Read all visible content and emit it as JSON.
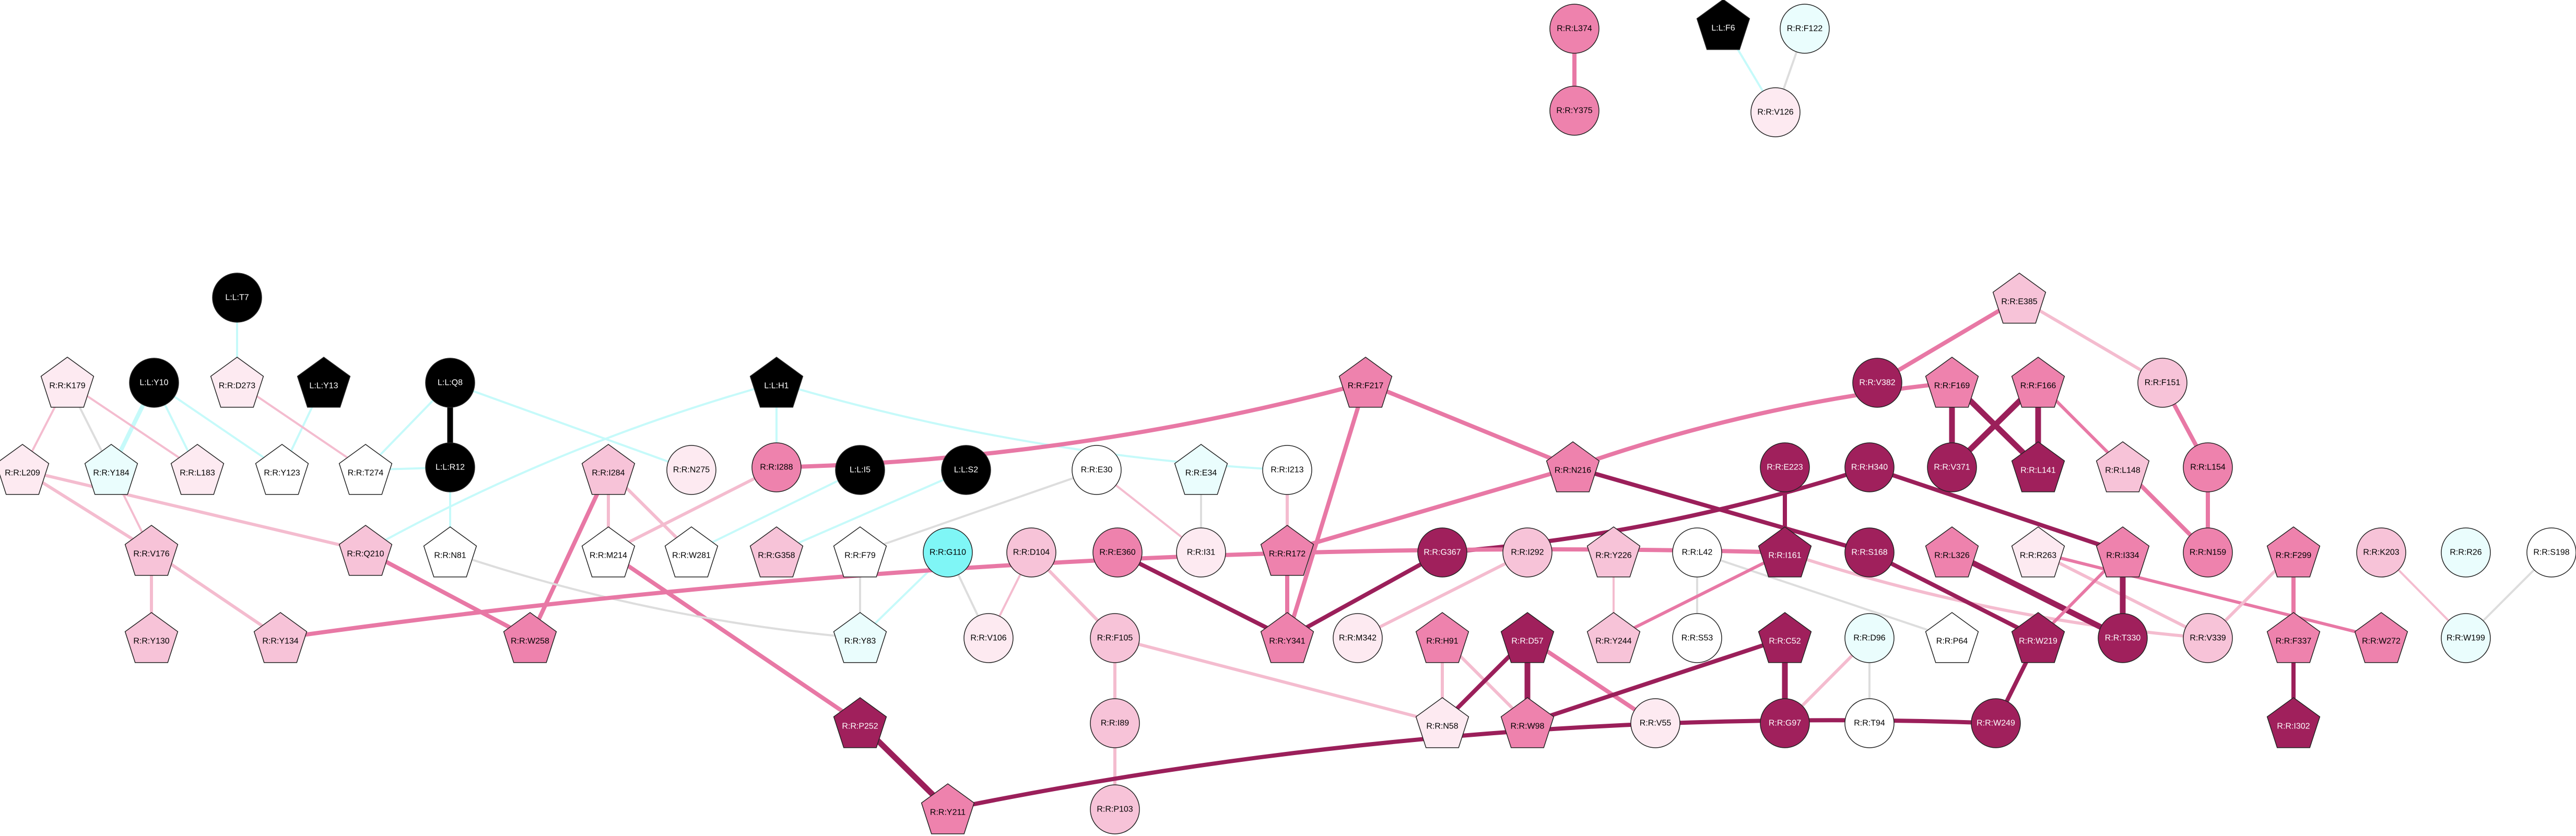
{
  "palette": {
    "black": "#000000",
    "cyan": "#7ff6f6",
    "light_cyan": "#eafdfd",
    "white": "#ffffff",
    "pale_pink": "#fdeaf1",
    "light_pink": "#f7c3d8",
    "pink": "#ee82ad",
    "dark_magenta": "#a0205c",
    "edge_cyan": "#c6fafa",
    "edge_gray": "#dddddd",
    "edge_light_pink": "#f4bccf",
    "edge_pink": "#e878a5",
    "edge_dark": "#9b1f5a"
  },
  "nodes": [
    {
      "id": "R:R:L374",
      "shape": "circle",
      "fill": "pink"
    },
    {
      "id": "R:R:Y375",
      "shape": "circle",
      "fill": "pink"
    },
    {
      "id": "L:L:F6",
      "shape": "pentagon",
      "fill": "black"
    },
    {
      "id": "R:R:F122",
      "shape": "circle",
      "fill": "light_cyan"
    },
    {
      "id": "R:R:V126",
      "shape": "circle",
      "fill": "pale_pink"
    },
    {
      "id": "L:L:T7",
      "shape": "circle",
      "fill": "black"
    },
    {
      "id": "R:R:K179",
      "shape": "pentagon",
      "fill": "pale_pink"
    },
    {
      "id": "L:L:Y10",
      "shape": "circle",
      "fill": "black"
    },
    {
      "id": "R:R:D273",
      "shape": "pentagon",
      "fill": "pale_pink"
    },
    {
      "id": "L:L:Y13",
      "shape": "pentagon",
      "fill": "black"
    },
    {
      "id": "L:L:Q8",
      "shape": "circle",
      "fill": "black"
    },
    {
      "id": "L:L:H1",
      "shape": "pentagon",
      "fill": "black"
    },
    {
      "id": "R:R:F217",
      "shape": "pentagon",
      "fill": "pink"
    },
    {
      "id": "R:R:E385",
      "shape": "pentagon",
      "fill": "light_pink"
    },
    {
      "id": "R:R:V382",
      "shape": "circle",
      "fill": "dark_magenta"
    },
    {
      "id": "R:R:F169",
      "shape": "pentagon",
      "fill": "pink"
    },
    {
      "id": "R:R:F166",
      "shape": "pentagon",
      "fill": "pink"
    },
    {
      "id": "R:R:F151",
      "shape": "circle",
      "fill": "light_pink"
    },
    {
      "id": "R:R:L209",
      "shape": "pentagon",
      "fill": "pale_pink"
    },
    {
      "id": "R:R:Y184",
      "shape": "pentagon",
      "fill": "light_cyan"
    },
    {
      "id": "R:R:L183",
      "shape": "pentagon",
      "fill": "pale_pink"
    },
    {
      "id": "R:R:Y123",
      "shape": "pentagon",
      "fill": "white"
    },
    {
      "id": "R:R:T274",
      "shape": "pentagon",
      "fill": "white"
    },
    {
      "id": "L:L:R12",
      "shape": "circle",
      "fill": "black"
    },
    {
      "id": "R:R:I284",
      "shape": "pentagon",
      "fill": "light_pink"
    },
    {
      "id": "R:R:N275",
      "shape": "circle",
      "fill": "pale_pink"
    },
    {
      "id": "R:R:I288",
      "shape": "circle",
      "fill": "pink"
    },
    {
      "id": "L:L:I5",
      "shape": "circle",
      "fill": "black"
    },
    {
      "id": "L:L:S2",
      "shape": "circle",
      "fill": "black"
    },
    {
      "id": "R:R:E30",
      "shape": "circle",
      "fill": "white"
    },
    {
      "id": "R:R:E34",
      "shape": "pentagon",
      "fill": "light_cyan"
    },
    {
      "id": "R:R:I213",
      "shape": "circle",
      "fill": "white"
    },
    {
      "id": "R:R:N216",
      "shape": "pentagon",
      "fill": "pink"
    },
    {
      "id": "R:R:E223",
      "shape": "circle",
      "fill": "dark_magenta"
    },
    {
      "id": "R:R:H340",
      "shape": "circle",
      "fill": "dark_magenta"
    },
    {
      "id": "R:R:V371",
      "shape": "circle",
      "fill": "dark_magenta"
    },
    {
      "id": "R:R:L141",
      "shape": "pentagon",
      "fill": "dark_magenta"
    },
    {
      "id": "R:R:L148",
      "shape": "pentagon",
      "fill": "light_pink"
    },
    {
      "id": "R:R:L154",
      "shape": "circle",
      "fill": "pink"
    },
    {
      "id": "R:R:V176",
      "shape": "pentagon",
      "fill": "light_pink"
    },
    {
      "id": "R:R:Q210",
      "shape": "pentagon",
      "fill": "light_pink"
    },
    {
      "id": "R:R:N81",
      "shape": "pentagon",
      "fill": "white"
    },
    {
      "id": "R:R:M214",
      "shape": "pentagon",
      "fill": "white"
    },
    {
      "id": "R:R:W281",
      "shape": "pentagon",
      "fill": "white"
    },
    {
      "id": "R:R:G358",
      "shape": "pentagon",
      "fill": "light_pink"
    },
    {
      "id": "R:R:F79",
      "shape": "pentagon",
      "fill": "white"
    },
    {
      "id": "R:R:G110",
      "shape": "circle",
      "fill": "cyan"
    },
    {
      "id": "R:R:D104",
      "shape": "circle",
      "fill": "light_pink"
    },
    {
      "id": "R:R:E360",
      "shape": "circle",
      "fill": "pink"
    },
    {
      "id": "R:R:I31",
      "shape": "circle",
      "fill": "pale_pink"
    },
    {
      "id": "R:R:R172",
      "shape": "pentagon",
      "fill": "pink"
    },
    {
      "id": "R:R:G367",
      "shape": "circle",
      "fill": "dark_magenta"
    },
    {
      "id": "R:R:I292",
      "shape": "circle",
      "fill": "light_pink"
    },
    {
      "id": "R:R:Y226",
      "shape": "pentagon",
      "fill": "light_pink"
    },
    {
      "id": "R:R:L42",
      "shape": "circle",
      "fill": "white"
    },
    {
      "id": "R:R:I161",
      "shape": "pentagon",
      "fill": "dark_magenta"
    },
    {
      "id": "R:R:S168",
      "shape": "circle",
      "fill": "dark_magenta"
    },
    {
      "id": "R:R:L326",
      "shape": "pentagon",
      "fill": "pink"
    },
    {
      "id": "R:R:R263",
      "shape": "pentagon",
      "fill": "pale_pink"
    },
    {
      "id": "R:R:I334",
      "shape": "pentagon",
      "fill": "pink"
    },
    {
      "id": "R:R:N159",
      "shape": "circle",
      "fill": "pink"
    },
    {
      "id": "R:R:F299",
      "shape": "pentagon",
      "fill": "pink"
    },
    {
      "id": "R:R:K203",
      "shape": "circle",
      "fill": "light_pink"
    },
    {
      "id": "R:R:R26",
      "shape": "circle",
      "fill": "light_cyan"
    },
    {
      "id": "R:R:S198",
      "shape": "circle",
      "fill": "white"
    },
    {
      "id": "R:R:Y130",
      "shape": "pentagon",
      "fill": "light_pink"
    },
    {
      "id": "R:R:Y134",
      "shape": "pentagon",
      "fill": "light_pink"
    },
    {
      "id": "R:R:W258",
      "shape": "pentagon",
      "fill": "pink"
    },
    {
      "id": "R:R:Y83",
      "shape": "pentagon",
      "fill": "light_cyan"
    },
    {
      "id": "R:R:V106",
      "shape": "circle",
      "fill": "pale_pink"
    },
    {
      "id": "R:R:F105",
      "shape": "circle",
      "fill": "light_pink"
    },
    {
      "id": "R:R:Y341",
      "shape": "pentagon",
      "fill": "pink"
    },
    {
      "id": "R:R:M342",
      "shape": "circle",
      "fill": "pale_pink"
    },
    {
      "id": "R:R:H91",
      "shape": "pentagon",
      "fill": "pink"
    },
    {
      "id": "R:R:D57",
      "shape": "pentagon",
      "fill": "dark_magenta"
    },
    {
      "id": "R:R:Y244",
      "shape": "pentagon",
      "fill": "light_pink"
    },
    {
      "id": "R:R:S53",
      "shape": "circle",
      "fill": "white"
    },
    {
      "id": "R:R:C52",
      "shape": "pentagon",
      "fill": "dark_magenta"
    },
    {
      "id": "R:R:D96",
      "shape": "circle",
      "fill": "light_cyan"
    },
    {
      "id": "R:R:P64",
      "shape": "pentagon",
      "fill": "white"
    },
    {
      "id": "R:R:W219",
      "shape": "pentagon",
      "fill": "dark_magenta"
    },
    {
      "id": "R:R:T330",
      "shape": "circle",
      "fill": "dark_magenta"
    },
    {
      "id": "R:R:V339",
      "shape": "circle",
      "fill": "light_pink"
    },
    {
      "id": "R:R:F337",
      "shape": "pentagon",
      "fill": "pink"
    },
    {
      "id": "R:R:W272",
      "shape": "pentagon",
      "fill": "pink"
    },
    {
      "id": "R:R:W199",
      "shape": "circle",
      "fill": "light_cyan"
    },
    {
      "id": "R:R:I89",
      "shape": "circle",
      "fill": "light_pink"
    },
    {
      "id": "R:R:N58",
      "shape": "pentagon",
      "fill": "pale_pink"
    },
    {
      "id": "R:R:W98",
      "shape": "pentagon",
      "fill": "pink"
    },
    {
      "id": "R:R:V55",
      "shape": "circle",
      "fill": "pale_pink"
    },
    {
      "id": "R:R:G97",
      "shape": "circle",
      "fill": "dark_magenta"
    },
    {
      "id": "R:R:T94",
      "shape": "circle",
      "fill": "white"
    },
    {
      "id": "R:R:W249",
      "shape": "circle",
      "fill": "dark_magenta"
    },
    {
      "id": "R:R:I302",
      "shape": "pentagon",
      "fill": "dark_magenta"
    },
    {
      "id": "R:R:P252",
      "shape": "pentagon",
      "fill": "dark_magenta"
    },
    {
      "id": "R:R:P103",
      "shape": "circle",
      "fill": "light_pink"
    },
    {
      "id": "R:R:Y211",
      "shape": "pentagon",
      "fill": "pink"
    }
  ],
  "edges": [
    {
      "from": "R:R:L374",
      "to": "R:R:Y375",
      "color": "edge_pink",
      "weight": 3
    },
    {
      "from": "L:L:F6",
      "to": "R:R:V126",
      "color": "edge_cyan",
      "weight": 1
    },
    {
      "from": "R:R:F122",
      "to": "R:R:V126",
      "color": "edge_gray",
      "weight": 1
    },
    {
      "from": "L:L:T7",
      "to": "R:R:D273",
      "color": "edge_cyan",
      "weight": 1
    },
    {
      "from": "L:L:Y10",
      "to": "R:R:Y184",
      "color": "edge_cyan",
      "weight": 3
    },
    {
      "from": "L:L:Y10",
      "to": "R:R:Y123",
      "color": "edge_cyan",
      "weight": 1
    },
    {
      "from": "L:L:Y10",
      "to": "R:R:L183",
      "color": "edge_cyan",
      "weight": 1
    },
    {
      "from": "L:L:Y13",
      "to": "R:R:Y123",
      "color": "edge_cyan",
      "weight": 1
    },
    {
      "from": "L:L:Q8",
      "to": "L:L:R12",
      "color": "edge_black",
      "weight": 4
    },
    {
      "from": "L:L:Q8",
      "to": "R:R:T274",
      "color": "edge_cyan",
      "weight": 1
    },
    {
      "from": "L:L:Q8",
      "to": "R:R:N275",
      "color": "edge_cyan",
      "weight": 1
    },
    {
      "from": "L:L:R12",
      "to": "R:R:T274",
      "color": "edge_cyan",
      "weight": 1
    },
    {
      "from": "L:L:R12",
      "to": "R:R:N81",
      "color": "edge_cyan",
      "weight": 1
    },
    {
      "from": "L:L:H1",
      "to": "R:R:I288",
      "color": "edge_cyan",
      "weight": 1
    },
    {
      "from": "L:L:H1",
      "to": "R:R:I213",
      "color": "edge_cyan",
      "weight": 1
    },
    {
      "from": "L:L:H1",
      "to": "R:R:Q210",
      "color": "edge_cyan",
      "weight": 1
    },
    {
      "from": "L:L:I5",
      "to": "R:R:W281",
      "color": "edge_cyan",
      "weight": 1
    },
    {
      "from": "L:L:S2",
      "to": "R:R:G358",
      "color": "edge_cyan",
      "weight": 1
    },
    {
      "from": "R:R:K179",
      "to": "R:R:Y184",
      "color": "edge_gray",
      "weight": 1
    },
    {
      "from": "R:R:K179",
      "to": "R:R:L183",
      "color": "edge_light_pink",
      "weight": 1
    },
    {
      "from": "R:R:K179",
      "to": "R:R:L209",
      "color": "edge_light_pink",
      "weight": 1
    },
    {
      "from": "R:R:D273",
      "to": "R:R:T274",
      "color": "edge_light_pink",
      "weight": 1
    },
    {
      "from": "R:R:L209",
      "to": "R:R:V176",
      "color": "edge_light_pink",
      "weight": 2
    },
    {
      "from": "R:R:L209",
      "to": "R:R:Q210",
      "color": "edge_light_pink",
      "weight": 2
    },
    {
      "from": "R:R:V176",
      "to": "R:R:Y130",
      "color": "edge_light_pink",
      "weight": 2
    },
    {
      "from": "R:R:V176",
      "to": "R:R:Y134",
      "color": "edge_light_pink",
      "weight": 2
    },
    {
      "from": "R:R:Y184",
      "to": "R:R:V176",
      "color": "edge_light_pink",
      "weight": 1
    },
    {
      "from": "R:R:Q210",
      "to": "R:R:W258",
      "color": "edge_pink",
      "weight": 3
    },
    {
      "from": "R:R:I284",
      "to": "R:R:M214",
      "color": "edge_light_pink",
      "weight": 2
    },
    {
      "from": "R:R:I284",
      "to": "R:R:W281",
      "color": "edge_light_pink",
      "weight": 2
    },
    {
      "from": "R:R:I284",
      "to": "R:R:W258",
      "color": "edge_pink",
      "weight": 3
    },
    {
      "from": "R:R:I288",
      "to": "R:R:M214",
      "color": "edge_light_pink",
      "weight": 2
    },
    {
      "from": "R:R:I288",
      "to": "R:R:F217",
      "color": "edge_pink",
      "weight": 3
    },
    {
      "from": "R:R:M214",
      "to": "R:R:P252",
      "color": "edge_pink",
      "weight": 3
    },
    {
      "from": "R:R:N81",
      "to": "R:R:Y83",
      "color": "edge_gray",
      "weight": 1
    },
    {
      "from": "R:R:E30",
      "to": "R:R:F79",
      "color": "edge_gray",
      "weight": 1
    },
    {
      "from": "R:R:E30",
      "to": "R:R:I31",
      "color": "edge_light_pink",
      "weight": 1
    },
    {
      "from": "R:R:F79",
      "to": "R:R:Y83",
      "color": "edge_gray",
      "weight": 1
    },
    {
      "from": "R:R:E34",
      "to": "R:R:I31",
      "color": "edge_gray",
      "weight": 1
    },
    {
      "from": "R:R:G110",
      "to": "R:R:V106",
      "color": "edge_gray",
      "weight": 1
    },
    {
      "from": "R:R:G110",
      "to": "R:R:Y83",
      "color": "edge_cyan",
      "weight": 1
    },
    {
      "from": "R:R:D104",
      "to": "R:R:V106",
      "color": "edge_light_pink",
      "weight": 1
    },
    {
      "from": "R:R:D104",
      "to": "R:R:F105",
      "color": "edge_light_pink",
      "weight": 2
    },
    {
      "from": "R:R:F105",
      "to": "R:R:I89",
      "color": "edge_light_pink",
      "weight": 2
    },
    {
      "from": "R:R:F105",
      "to": "R:R:N58",
      "color": "edge_light_pink",
      "weight": 2
    },
    {
      "from": "R:R:I89",
      "to": "R:R:P103",
      "color": "edge_light_pink",
      "weight": 2
    },
    {
      "from": "R:R:E360",
      "to": "R:R:Y341",
      "color": "edge_dark",
      "weight": 3
    },
    {
      "from": "R:R:I213",
      "to": "R:R:R172",
      "color": "edge_light_pink",
      "weight": 2
    },
    {
      "from": "R:R:F217",
      "to": "R:R:N216",
      "color": "edge_pink",
      "weight": 3
    },
    {
      "from": "R:R:F217",
      "to": "R:R:Y341",
      "color": "edge_pink",
      "weight": 3
    },
    {
      "from": "R:R:R172",
      "to": "R:R:Y341",
      "color": "edge_pink",
      "weight": 3
    },
    {
      "from": "R:R:N216",
      "to": "R:R:R172",
      "color": "edge_pink",
      "weight": 3
    },
    {
      "from": "R:R:N216",
      "to": "R:R:S168",
      "color": "edge_dark",
      "weight": 3
    },
    {
      "from": "R:R:E385",
      "to": "R:R:V382",
      "color": "edge_pink",
      "weight": 3
    },
    {
      "from": "R:R:E385",
      "to": "R:R:F151",
      "color": "edge_light_pink",
      "weight": 2
    },
    {
      "from": "R:R:F169",
      "to": "R:R:V371",
      "color": "edge_dark",
      "weight": 4
    },
    {
      "from": "R:R:F169",
      "to": "R:R:L141",
      "color": "edge_dark",
      "weight": 4
    },
    {
      "from": "R:R:F166",
      "to": "R:R:V371",
      "color": "edge_dark",
      "weight": 4
    },
    {
      "from": "R:R:F166",
      "to": "R:R:L141",
      "color": "edge_dark",
      "weight": 4
    },
    {
      "from": "R:R:F166",
      "to": "R:R:L148",
      "color": "edge_pink",
      "weight": 2
    },
    {
      "from": "R:R:F169",
      "to": "R:R:N216",
      "color": "edge_pink",
      "weight": 3
    },
    {
      "from": "R:R:L148",
      "to": "R:R:N159",
      "color": "edge_pink",
      "weight": 3
    },
    {
      "from": "R:R:F151",
      "to": "R:R:L154",
      "color": "edge_pink",
      "weight": 3
    },
    {
      "from": "R:R:L154",
      "to": "R:R:N159",
      "color": "edge_pink",
      "weight": 3
    },
    {
      "from": "R:R:G367",
      "to": "R:R:Y341",
      "color": "edge_dark",
      "weight": 3
    },
    {
      "from": "R:R:G367",
      "to": "R:R:H340",
      "color": "edge_dark",
      "weight": 3
    },
    {
      "from": "R:R:H340",
      "to": "R:R:I334",
      "color": "edge_dark",
      "weight": 3
    },
    {
      "from": "R:R:I292",
      "to": "R:R:M342",
      "color": "edge_light_pink",
      "weight": 2
    },
    {
      "from": "R:R:Y226",
      "to": "R:R:Y244",
      "color": "edge_light_pink",
      "weight": 1
    },
    {
      "from": "R:R:L42",
      "to": "R:R:S53",
      "color": "edge_gray",
      "weight": 1
    },
    {
      "from": "R:R:L42",
      "to": "R:R:P64",
      "color": "edge_gray",
      "weight": 1
    },
    {
      "from": "R:R:E223",
      "to": "R:R:I161",
      "color": "edge_dark",
      "weight": 3
    },
    {
      "from": "R:R:I161",
      "to": "R:R:Y244",
      "color": "edge_pink",
      "weight": 2
    },
    {
      "from": "R:R:I161",
      "to": "R:R:V339",
      "color": "edge_light_pink",
      "weight": 2
    },
    {
      "from": "R:R:I161",
      "to": "R:R:Y134",
      "color": "edge_pink",
      "weight": 3
    },
    {
      "from": "R:R:S168",
      "to": "R:R:W219",
      "color": "edge_dark",
      "weight": 3
    },
    {
      "from": "R:R:L326",
      "to": "R:R:T330",
      "color": "edge_dark",
      "weight": 4
    },
    {
      "from": "R:R:R263",
      "to": "R:R:V339",
      "color": "edge_light_pink",
      "weight": 2
    },
    {
      "from": "R:R:R263",
      "to": "R:R:W272",
      "color": "edge_pink",
      "weight": 2
    },
    {
      "from": "R:R:I334",
      "to": "R:R:T330",
      "color": "edge_dark",
      "weight": 4
    },
    {
      "from": "R:R:I334",
      "to": "R:R:W219",
      "color": "edge_pink",
      "weight": 2
    },
    {
      "from": "R:R:F299",
      "to": "R:R:V339",
      "color": "edge_light_pink",
      "weight": 2
    },
    {
      "from": "R:R:F299",
      "to": "R:R:F337",
      "color": "edge_pink",
      "weight": 3
    },
    {
      "from": "R:R:K203",
      "to": "R:R:W199",
      "color": "edge_light_pink",
      "weight": 1
    },
    {
      "from": "R:R:S198",
      "to": "R:R:W199",
      "color": "edge_gray",
      "weight": 1
    },
    {
      "from": "R:R:F337",
      "to": "R:R:I302",
      "color": "edge_dark",
      "weight": 3
    },
    {
      "from": "R:R:H91",
      "to": "R:R:N58",
      "color": "edge_light_pink",
      "weight": 2
    },
    {
      "from": "R:R:H91",
      "to": "R:R:W98",
      "color": "edge_light_pink",
      "weight": 2
    },
    {
      "from": "R:R:D57",
      "to": "R:R:N58",
      "color": "edge_dark",
      "weight": 3
    },
    {
      "from": "R:R:D57",
      "to": "R:R:W98",
      "color": "edge_dark",
      "weight": 4
    },
    {
      "from": "R:R:D57",
      "to": "R:R:V55",
      "color": "edge_pink",
      "weight": 3
    },
    {
      "from": "R:R:C52",
      "to": "R:R:W98",
      "color": "edge_dark",
      "weight": 3
    },
    {
      "from": "R:R:C52",
      "to": "R:R:G97",
      "color": "edge_dark",
      "weight": 4
    },
    {
      "from": "R:R:D96",
      "to": "R:R:G97",
      "color": "edge_light_pink",
      "weight": 2
    },
    {
      "from": "R:R:D96",
      "to": "R:R:T94",
      "color": "edge_gray",
      "weight": 1
    },
    {
      "from": "R:R:W219",
      "to": "R:R:W249",
      "color": "edge_dark",
      "weight": 3
    },
    {
      "from": "R:R:W249",
      "to": "R:R:Y211",
      "color": "edge_dark",
      "weight": 3
    },
    {
      "from": "R:R:P252",
      "to": "R:R:Y211",
      "color": "edge_dark",
      "weight": 4
    }
  ]
}
